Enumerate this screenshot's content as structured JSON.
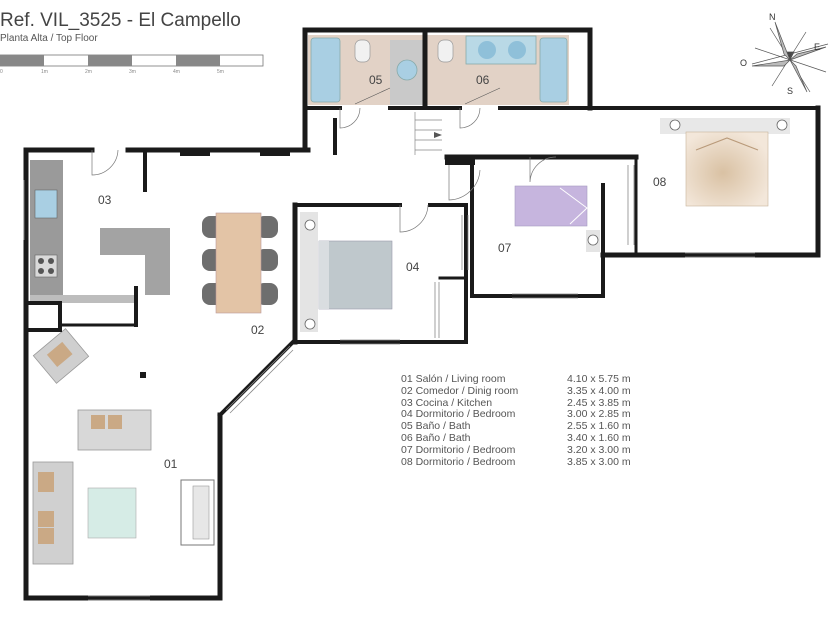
{
  "header": {
    "title": "Ref. VIL_3525 - El Campello",
    "subtitle": "Planta Alta / Top Floor"
  },
  "scale_bar": {
    "labels": [
      "0",
      "1m",
      "2m",
      "3m",
      "4m",
      "5m"
    ]
  },
  "rooms": [
    "01",
    "02",
    "03",
    "04",
    "05",
    "06",
    "07",
    "08"
  ],
  "legend": [
    {
      "name": "01 Salón / Living room",
      "size": "4.10 x 5.75 m"
    },
    {
      "name": "02 Comedor / Dinig room",
      "size": "3.35 x 4.00 m"
    },
    {
      "name": "03 Cocina / Kitchen",
      "size": "2.45 x 3.85 m"
    },
    {
      "name": "04 Dormitorio / Bedroom",
      "size": "3.00 x 2.85 m"
    },
    {
      "name": "05 Baño / Bath",
      "size": "2.55 x 1.60 m"
    },
    {
      "name": "06 Baño / Bath",
      "size": "3.40 x 1.60 m"
    },
    {
      "name": "07 Dormitorio / Bedroom",
      "size": "3.20 x 3.00 m"
    },
    {
      "name": "08 Dormitorio / Bedroom",
      "size": "3.85 x 3.00 m"
    }
  ],
  "compass": {
    "n": "N",
    "e": "E",
    "s": "S",
    "o": "O"
  },
  "colors": {
    "wall": "#1a1a1a",
    "bath_floor": "#e2d2c6",
    "bathtub": "#a9cfe3",
    "dining_table": "#e3c4a6",
    "chair": "#6e6e6e",
    "counter": "#9a9a9a",
    "bed_04": "#bfc8cc",
    "bed_07": "#c6b5de",
    "bed_08": "#e6d0b4",
    "sofa": "#cfcfcf",
    "rug": "#d6ece6",
    "cushion": "#caa985"
  }
}
